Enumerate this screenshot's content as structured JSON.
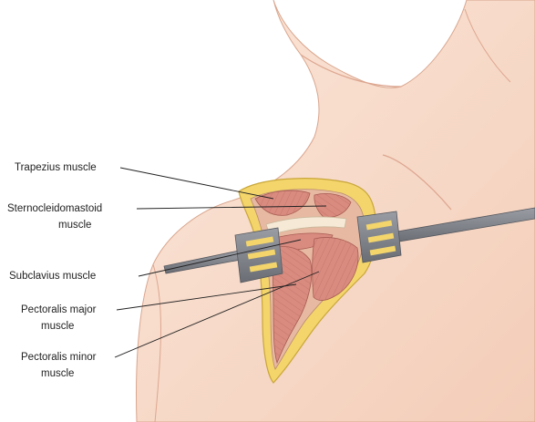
{
  "labels": {
    "trapezius": "Trapezius muscle",
    "scm_line1": "Sternocleidomastoid",
    "scm_line2": "muscle",
    "subclavius": "Subclavius muscle",
    "pec_major_line1": "Pectoralis major",
    "pec_major_line2": "muscle",
    "pec_minor_line1": "Pectoralis minor",
    "pec_minor_line2": "muscle"
  },
  "colors": {
    "skin": "#f7d9c8",
    "skin_shadow": "#ecbca6",
    "fat": "#f3d56b",
    "muscle": "#d98b80",
    "retractor": "#7c7f86"
  }
}
